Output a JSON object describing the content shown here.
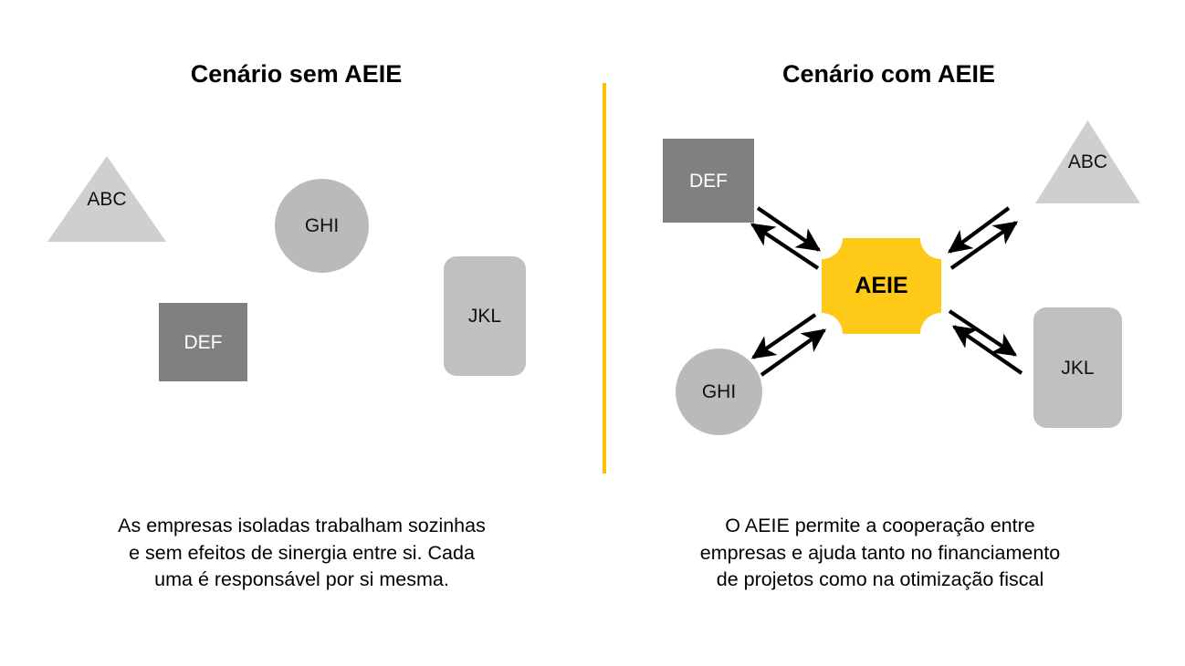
{
  "page": {
    "background_color": "#FFFFFF",
    "divider_color": "#FFC000"
  },
  "panels": {
    "left": {
      "title": "Cenário sem AEIE",
      "shapes": [
        {
          "label": "ABC",
          "shape": "triangle",
          "fill": "#CFCFCF",
          "text_color": "#111111"
        },
        {
          "label": "GHI",
          "shape": "circle",
          "fill": "#BABABA",
          "text_color": "#111111"
        },
        {
          "label": "DEF",
          "shape": "square",
          "fill": "#808080",
          "text_color": "#FFFFFF"
        },
        {
          "label": "JKL",
          "shape": "rounded-rectangle",
          "fill": "#C0C0C0",
          "text_color": "#111111"
        }
      ],
      "caption": {
        "lines": [
          "As empresas isoladas trabalham sozinhas",
          "e sem efeitos de sinergia entre si. Cada",
          "uma é responsável por si mesma."
        ]
      }
    },
    "right": {
      "title": "Cenário com AEIE",
      "center": {
        "label": "AEIE",
        "fill": "#FFC917",
        "text_color": "#000000",
        "shape": "concave-corner-rectangle"
      },
      "shapes": [
        {
          "label": "DEF",
          "shape": "square",
          "fill": "#808080",
          "text_color": "#FFFFFF"
        },
        {
          "label": "ABC",
          "shape": "triangle",
          "fill": "#CFCFCF",
          "text_color": "#111111"
        },
        {
          "label": "GHI",
          "shape": "circle",
          "fill": "#BABABA",
          "text_color": "#111111"
        },
        {
          "label": "JKL",
          "shape": "rounded-rectangle",
          "fill": "#C0C0C0",
          "text_color": "#111111"
        }
      ],
      "connectors": {
        "style": "bidirectional-double-arrow",
        "color": "#000000",
        "pairs": [
          "DEF-AEIE",
          "ABC-AEIE",
          "GHI-AEIE",
          "JKL-AEIE"
        ]
      },
      "caption": {
        "lines": [
          "O AEIE permite a cooperação entre",
          "empresas e ajuda tanto no financiamento",
          "de projetos como na otimização fiscal"
        ]
      }
    }
  }
}
